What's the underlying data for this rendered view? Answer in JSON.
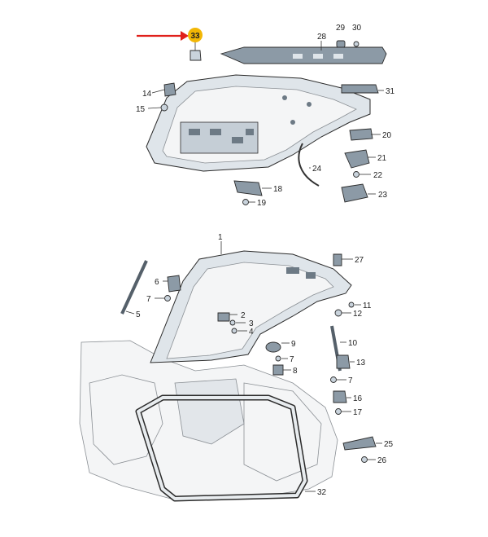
{
  "highlight": {
    "number": "33",
    "badge_color": "#f2b705",
    "arrow_color": "#e0201b"
  },
  "labels": {
    "l1": "1",
    "l2": "2",
    "l3": "3",
    "l4": "4",
    "l5": "5",
    "l6": "6",
    "l7a": "7",
    "l7b": "7",
    "l7c": "7",
    "l8": "8",
    "l9": "9",
    "l10": "10",
    "l11": "11",
    "l12": "12",
    "l13": "13",
    "l14": "14",
    "l15": "15",
    "l16": "16",
    "l17": "17",
    "l18": "18",
    "l19": "19",
    "l20": "20",
    "l21": "21",
    "l22": "22",
    "l23": "23",
    "l24": "24",
    "l25": "25",
    "l26": "26",
    "l27": "27",
    "l28": "28",
    "l29": "29",
    "l30": "30",
    "l31": "31",
    "l32": "32"
  }
}
